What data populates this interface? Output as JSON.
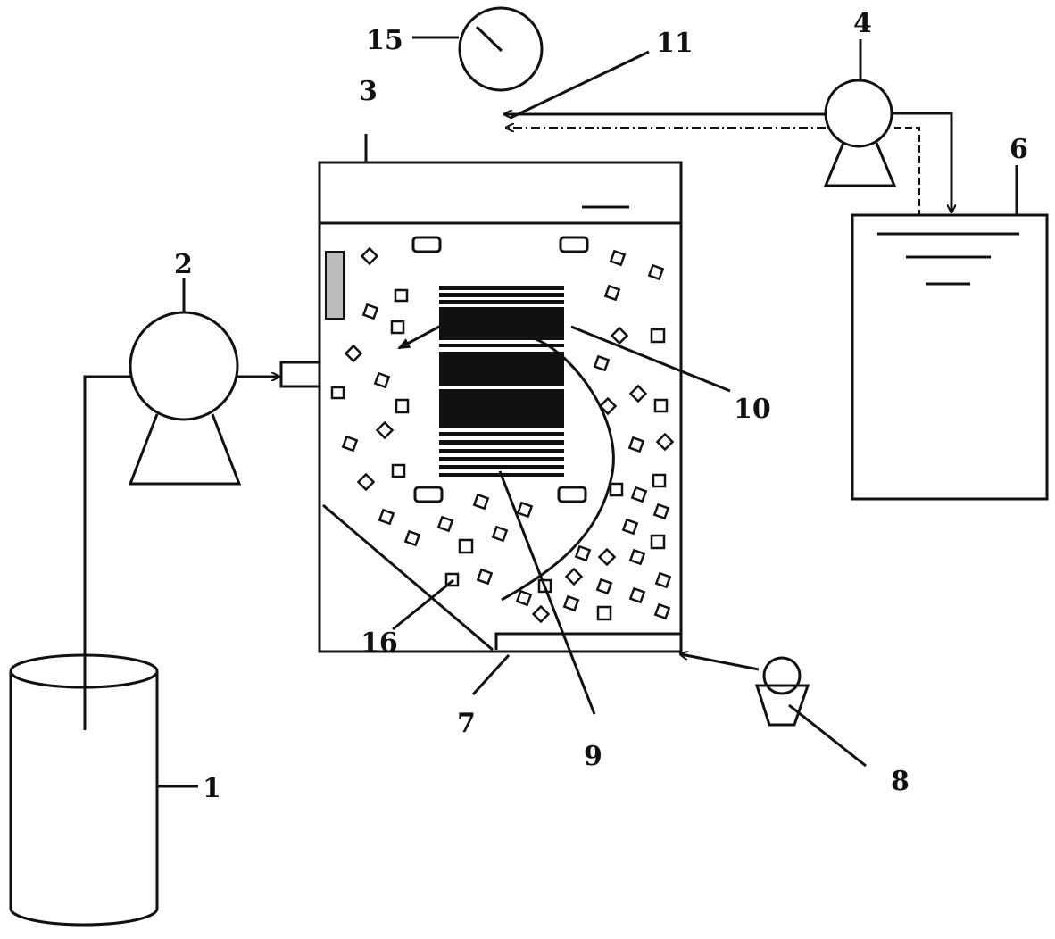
{
  "labels": {
    "l1": "1",
    "l2": "2",
    "l3": "3",
    "l4": "4",
    "l6": "6",
    "l7": "7",
    "l8": "8",
    "l9": "9",
    "l10": "10",
    "l11": "11",
    "l15": "15",
    "l16": "16"
  }
}
